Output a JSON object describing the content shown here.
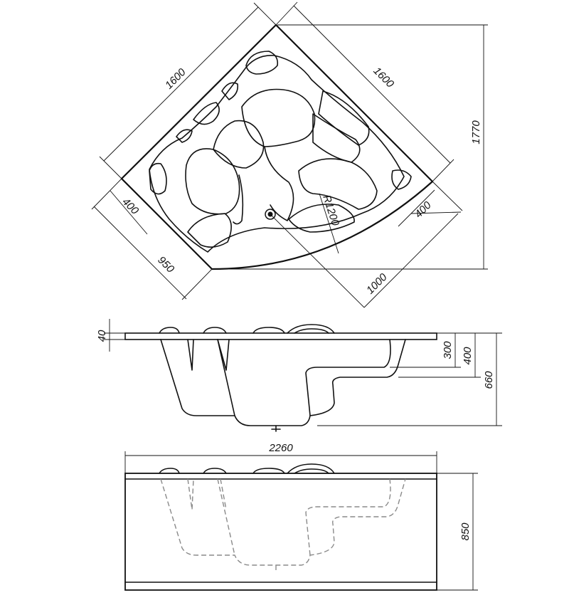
{
  "top_view": {
    "dim_side_left": "1600",
    "dim_side_right": "1600",
    "dim_height": "1770",
    "dim_return_left": "400",
    "dim_return_right": "400",
    "dim_950": "950",
    "dim_1000": "1000",
    "dim_radius": "R1200"
  },
  "side_view": {
    "dim_rim": "40",
    "dim_seat": "300",
    "dim_step": "400",
    "dim_depth": "660"
  },
  "front_view": {
    "dim_length": "2260",
    "dim_panel_height": "850"
  }
}
